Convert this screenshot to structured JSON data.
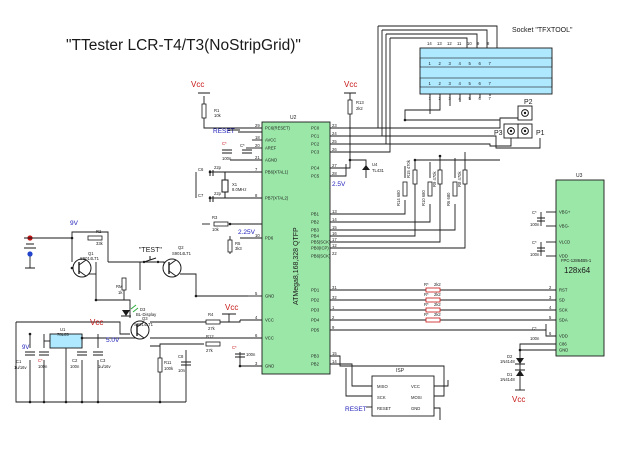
{
  "title": "\"TTester LCR-T4/T3(NoStripGrid)\"",
  "socket_label": "Socket \"TFXTOOL\"",
  "socket_pins_top": [
    "14",
    "13",
    "12",
    "11",
    "10",
    "9",
    "8"
  ],
  "socket_row1": [
    "1",
    "2",
    "3",
    "4",
    "5",
    "6",
    "7"
  ],
  "socket_row2": [
    "1",
    "2",
    "3",
    "4",
    "5",
    "6",
    "7"
  ],
  "socket_pins_bottom": [
    "1",
    "2",
    "3",
    "4",
    "5",
    "6",
    "7"
  ],
  "p2": "P2",
  "p3": "P3",
  "p1": "P1",
  "u2_ref": "U2",
  "u2_name": "ATMega8,168,328 QTFP",
  "u2_left_pins": [
    "PC6(RESET)",
    "AVCC",
    "AREF",
    "AGND",
    "PB6(XTAL1)",
    "PB7(XTAL2)",
    "PD6",
    "GND",
    "VCC",
    "VCC",
    "GND"
  ],
  "u2_left_nums": [
    "29",
    "18",
    "20",
    "21",
    "7",
    "8",
    "10",
    "5",
    "4",
    "6",
    "3"
  ],
  "u2_right_pins": [
    "PC0",
    "PC1",
    "PC2",
    "PC3",
    "PC4",
    "PC5",
    "PB1",
    "PB2",
    "PB3",
    "PB4",
    "PB5(SCK)",
    "PB0(ICP)",
    "PB6(SCK)",
    "PD1",
    "PD2",
    "PD3",
    "PD4",
    "PD5",
    "PB3",
    "PB2"
  ],
  "u2_right_nums": [
    "23",
    "24",
    "25",
    "26",
    "27",
    "28",
    "13",
    "14",
    "15",
    "16",
    "17",
    "12",
    "22",
    "31",
    "32",
    "1",
    "2",
    "9",
    "15",
    "14"
  ],
  "u3_ref": "U3",
  "u3_model": "FPC-12864B5-1",
  "u3_size": "128x64",
  "u3_pins": [
    "VBG+",
    "VBG-",
    "VLCD",
    "VDD",
    "RST",
    "SD",
    "SCK",
    "SDA",
    "VDD",
    "C86",
    "GND"
  ],
  "u3_nums": [
    "",
    "",
    "",
    "",
    "2",
    "3",
    "4",
    "5",
    "6",
    "",
    ""
  ],
  "isp_ref": "ISP",
  "isp_pins": [
    "MISO",
    "SCK",
    "RESET",
    "VCC",
    "MOSI",
    "GND"
  ],
  "vcc": "Vcc",
  "reset": "RESET",
  "r1": "R1",
  "r1v": "10k",
  "r13": "R13",
  "r13v": "2k2",
  "c_100n": "100n",
  "c6": "C6",
  "c6v": "22p",
  "c7": "C7",
  "c7v": "22p",
  "x1": "X1",
  "x1v": "8.0MHz",
  "r3": "R3",
  "r3v": "10k",
  "r5": "R5",
  "r5v": "3k3",
  "u4": "U4",
  "u4v": "TL431",
  "v25": "2.5V",
  "v225": "2.25V",
  "res_470k": [
    "R15 470k",
    "R9 470k",
    "R8 470k"
  ],
  "res_680": [
    "R14 680",
    "R10 680",
    "R6 680"
  ],
  "r_lcd": [
    "R*",
    "R*",
    "R*",
    "R*",
    "R*"
  ],
  "r_lcd_v": [
    "2k2",
    "2k2",
    "2k2",
    "2k2",
    "2k2"
  ],
  "v9": "9V",
  "r2": "R2",
  "r2v": "33k",
  "q1": "Q1",
  "q1v": "S9014LT1",
  "q2": "Q2",
  "q2v": "S9014LT1",
  "test": "\"TEST\"",
  "rm": "RM",
  "rmv": "1k",
  "d3": "D3",
  "d3v": "BL-Display",
  "q3": "Q3",
  "q3v": "S9014LT1",
  "v5": "5.0V",
  "u1": "U1",
  "u1v": "78L05",
  "c1": "C1",
  "c1v": "1u/16v",
  "c2": "C2",
  "c2v": "100n",
  "c3": "C3",
  "c3v": "1u/16v",
  "r4": "R4",
  "r4v": "27k",
  "r12": "R12",
  "r12v": "27k",
  "r11": "R11",
  "r11v": "100k",
  "c8": "C8",
  "c8v": "10n",
  "c_star": "C*",
  "c_star_v": "100n",
  "d1": "D1",
  "d1v": "1N4148",
  "d2": "D2",
  "d2v": "1N4148",
  "colors": {
    "vcc": "#c81414",
    "label_blue": "#2222bb",
    "ic_fill": "#9be7a8",
    "socket_fill": "#aee9ff",
    "wire": "#1a1a1a"
  }
}
